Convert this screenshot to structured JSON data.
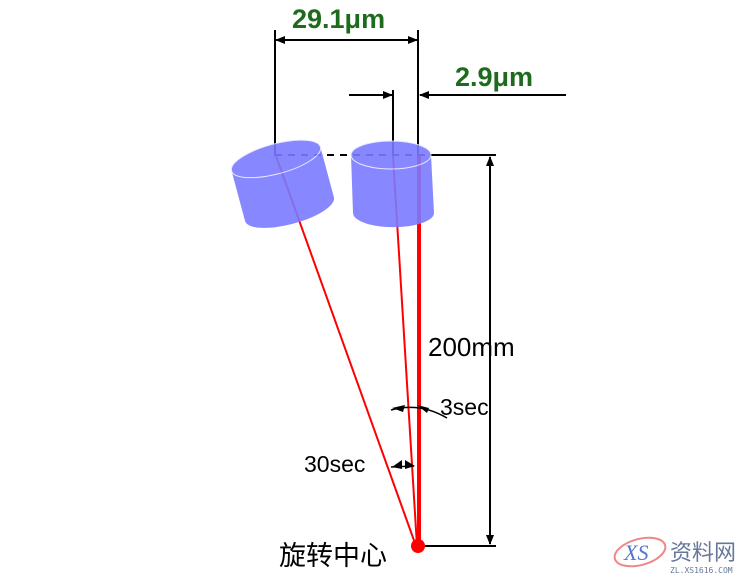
{
  "labels": {
    "outer_width": "29.1μm",
    "inner_width": "2.9μm",
    "radius": "200mm",
    "small_angle": "3sec",
    "large_angle": "30sec",
    "pivot": "旋转中心"
  },
  "watermark": {
    "name": "资料网",
    "url_text": "ZL.XS1616.COM",
    "logo_letters": "XS"
  },
  "colors": {
    "dimension_text": "#1e6b1e",
    "ray": "#ff0000",
    "cylinder": "#7b7bff"
  }
}
